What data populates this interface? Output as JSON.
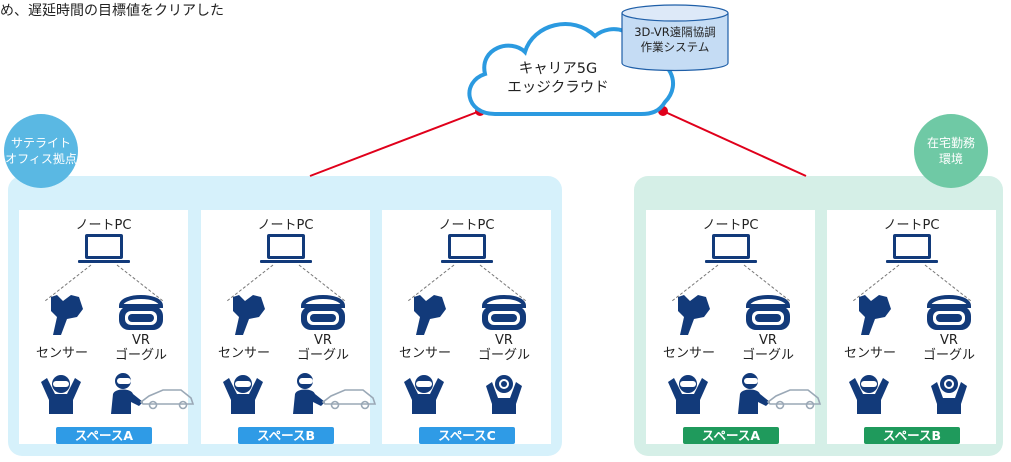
{
  "caption": "め、遅延時間の目標値をクリアした",
  "cloud": {
    "line1": "キャリア5G",
    "line2": "エッジクラウド"
  },
  "database": {
    "line1": "3D-VR遠隔協調",
    "line2": "作業システム"
  },
  "groups": {
    "satellite": {
      "line1": "サテライト",
      "line2": "オフィス拠点"
    },
    "home": {
      "line1": "在宅勤務",
      "line2": "環境"
    }
  },
  "card_labels": {
    "pc": "ノートPC",
    "sensor": "センサー",
    "vr_line1": "VR",
    "vr_line2": "ゴーグル"
  },
  "spaces": [
    {
      "group": "satellite",
      "label": "スペースA",
      "has_car": true
    },
    {
      "group": "satellite",
      "label": "スペースB",
      "has_car": true
    },
    {
      "group": "satellite",
      "label": "スペースC",
      "has_car": false
    },
    {
      "group": "home",
      "label": "スペースA",
      "has_car": true
    },
    {
      "group": "home",
      "label": "スペースB",
      "has_car": false
    }
  ],
  "colors": {
    "link": "#e0001b",
    "cloud_stroke": "#2b9ae0",
    "satellite_bg": "#d6f1fb",
    "home_bg": "#d5efe7",
    "icon": "#123a7a",
    "tag_blue": "#2f9be6",
    "tag_green": "#1f9a5c"
  }
}
